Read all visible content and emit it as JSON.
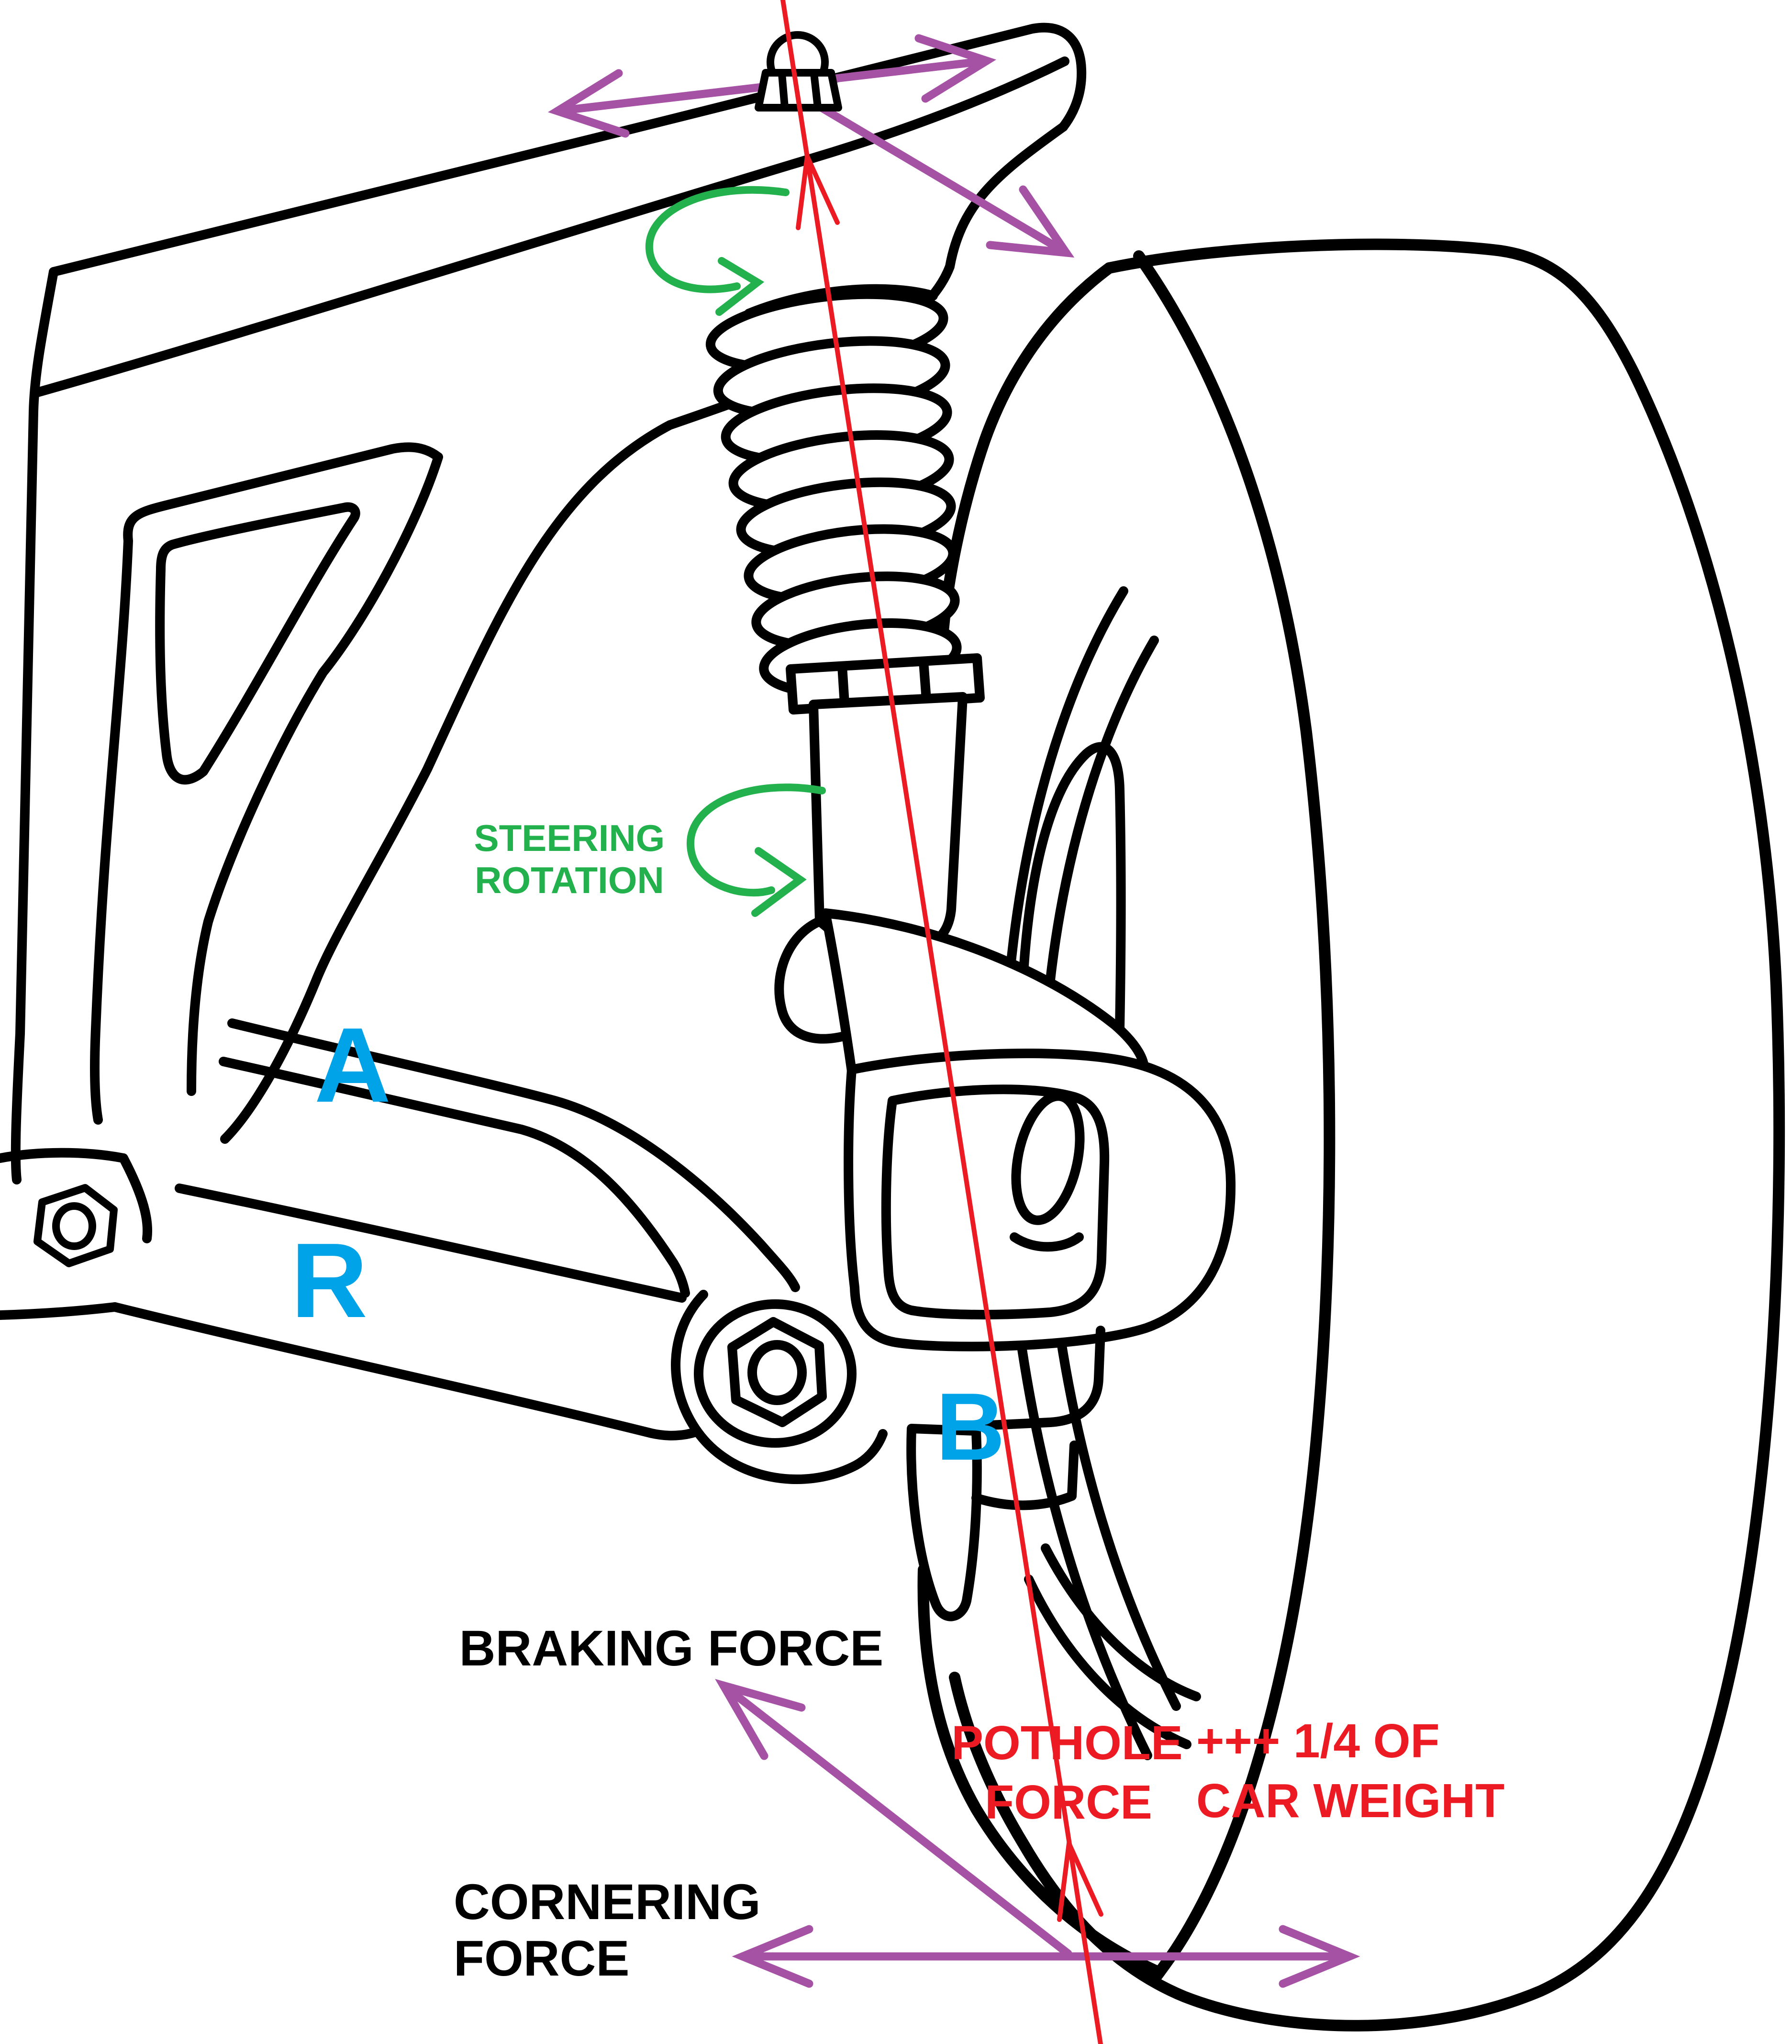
{
  "diagram": {
    "description": "Hand-annotated line drawing of a MacPherson strut front suspension and wheel, with colored force and rotation annotations",
    "background": "#ffffff"
  },
  "colors": {
    "ink": "#000000",
    "red": "#ec1b23",
    "purple": "#a552a5",
    "green": "#22b14c",
    "blue": "#00a2e8"
  },
  "labels": {
    "steering_rotation_line1": "STEERING",
    "steering_rotation_line2": "ROTATION",
    "braking_force": "BRAKING FORCE",
    "cornering_force_line1": "CORNERING",
    "cornering_force_line2": "FORCE",
    "pothole_force_line1": "POTHOLE",
    "pothole_force_line2": "FORCE",
    "car_weight_line1": "+++ 1/4 OF",
    "car_weight_line2": "CAR WEIGHT",
    "point_a": "A",
    "point_r": "R",
    "point_b": "B"
  },
  "arrows": [
    {
      "name": "strut-top-lateral-arrow",
      "color": "purple",
      "type": "double-headed",
      "meaning": "lateral load at strut top mount"
    },
    {
      "name": "strut-top-diagonal-arrow",
      "color": "purple",
      "type": "single-headed",
      "meaning": "diagonal load at strut top mount"
    },
    {
      "name": "steering-axis-line",
      "color": "red",
      "type": "line with two upward arrowheads",
      "meaning": "steering axis / load path"
    },
    {
      "name": "steering-rotation-arrow-top",
      "color": "green",
      "type": "curved rotation arrow"
    },
    {
      "name": "steering-rotation-arrow-middle",
      "color": "green",
      "type": "curved rotation arrow"
    },
    {
      "name": "braking-force-arrow",
      "color": "purple",
      "type": "single-headed, pointing up-left"
    },
    {
      "name": "cornering-force-arrow",
      "color": "purple",
      "type": "double-headed horizontal"
    },
    {
      "name": "pothole-force-arrow",
      "color": "red",
      "type": "upward arrowhead at tire contact"
    }
  ]
}
